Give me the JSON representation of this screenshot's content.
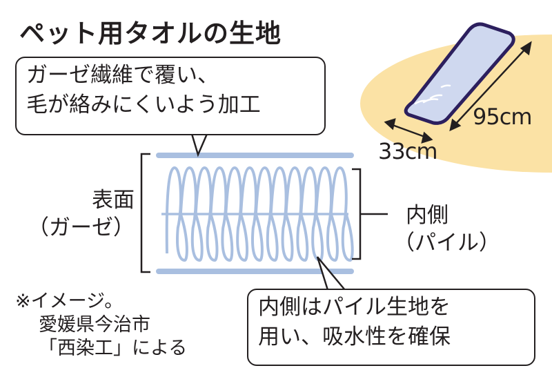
{
  "title": "ペット用タオルの生地",
  "top_callout": [
    "ガーゼ繊維で覆い、",
    "毛が絡みにくいよう加工"
  ],
  "bottom_callout": [
    "内側はパイル生地を",
    "用い、吸水性を確保"
  ],
  "surface_label": [
    "表面",
    "（ガーゼ）"
  ],
  "inner_label": [
    "内側",
    "（パイル）"
  ],
  "note": [
    "※イメージ。",
    "愛媛県今治市",
    "「西染工」による"
  ],
  "towel": {
    "width": "33cm",
    "length": "95cm"
  },
  "colors": {
    "fabric": "#a9bfe0",
    "towel_fill": "#cfd8ef",
    "towel_border": "#2c1f5e",
    "background_circle": "#fbe2a5"
  },
  "loop_count": 12
}
